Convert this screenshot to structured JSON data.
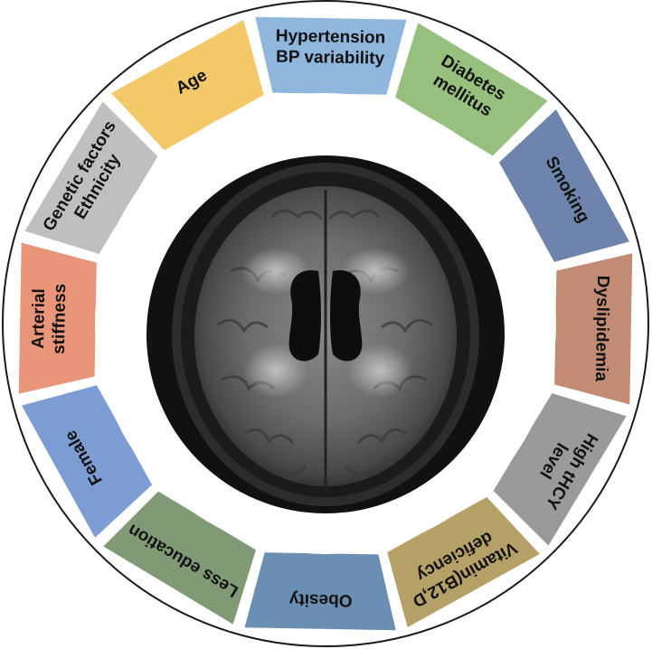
{
  "diagram": {
    "segments": [
      {
        "lines": [
          "Hypertension",
          "BP variability"
        ],
        "color": "#8fb7de"
      },
      {
        "lines": [
          "Diabetes",
          "mellitus"
        ],
        "color": "#97c07f"
      },
      {
        "lines": [
          "Smoking"
        ],
        "color": "#6e84ac"
      },
      {
        "lines": [
          "Dyslipidemia"
        ],
        "color": "#c28b74"
      },
      {
        "lines": [
          "High tHCY",
          "level"
        ],
        "color": "#9a9a9a"
      },
      {
        "lines": [
          "Vitamin(B12,D",
          "deficiency"
        ],
        "color": "#b5a068"
      },
      {
        "lines": [
          "Obesity"
        ],
        "color": "#6b8fb3"
      },
      {
        "lines": [
          "Less education"
        ],
        "color": "#809a76"
      },
      {
        "lines": [
          "Female"
        ],
        "color": "#7c9dd4"
      },
      {
        "lines": [
          "Arterial",
          "stiffness"
        ],
        "color": "#e8957a"
      },
      {
        "lines": [
          "Genetic factors",
          "Ethnicity"
        ],
        "color": "#bfbfbf"
      },
      {
        "lines": [
          "Age"
        ],
        "color": "#f2c868"
      }
    ],
    "center_image": "brain-mri-axial-flair"
  }
}
